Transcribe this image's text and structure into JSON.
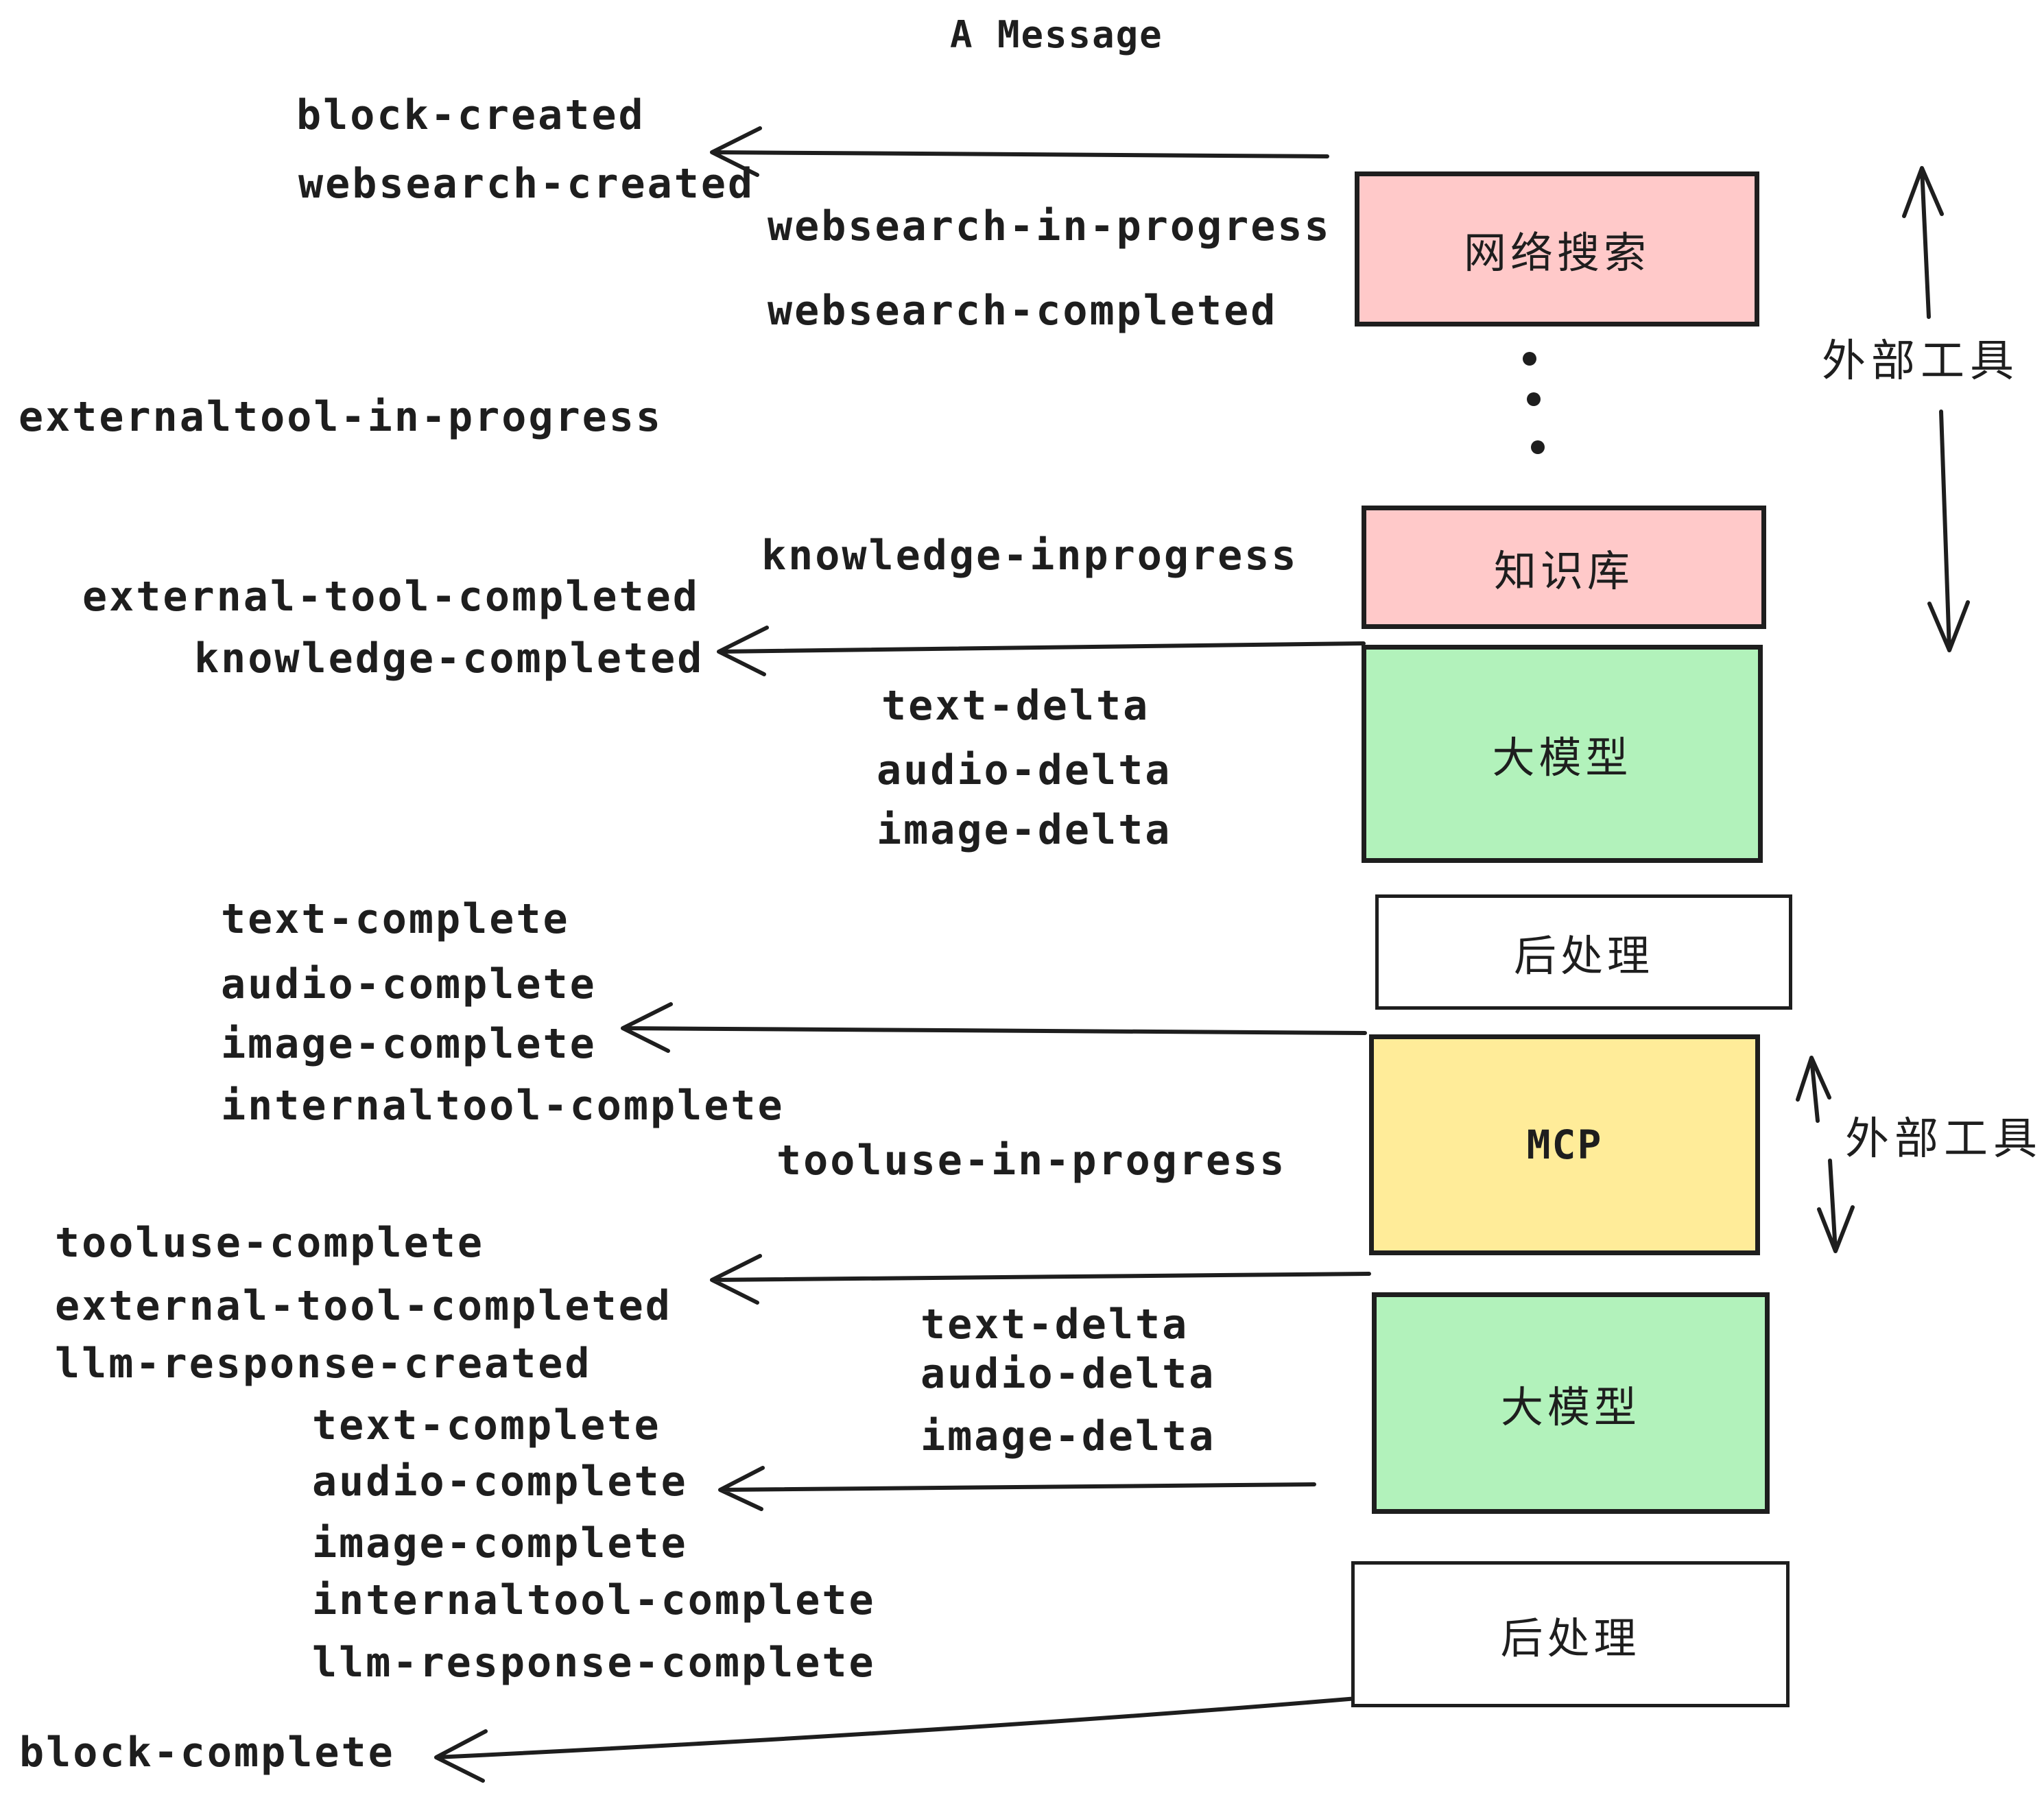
{
  "title": "A Message",
  "colors": {
    "ink": "#1e1e1e",
    "pink": "#ffc9c9",
    "green": "#b2f2bb",
    "yellow": "#ffec99",
    "white": "#ffffff"
  },
  "events": {
    "block_created": "block-created",
    "websearch_created": "websearch-created",
    "websearch_in_progress": "websearch-in-progress",
    "websearch_completed": "websearch-completed",
    "externaltool_in_progress": "externaltool-in-progress",
    "knowledge_inprogress": "knowledge-inprogress",
    "external_tool_completed": "external-tool-completed",
    "knowledge_completed": "knowledge-completed",
    "text_delta": "text-delta",
    "audio_delta": "audio-delta",
    "image_delta": "image-delta",
    "text_complete": "text-complete",
    "audio_complete": "audio-complete",
    "image_complete": "image-complete",
    "internaltool_complete": "internaltool-complete",
    "tooluse_in_progress": "tooluse-in-progress",
    "tooluse_complete": "tooluse-complete",
    "llm_response_created": "llm-response-created",
    "llm_response_complete": "llm-response-complete",
    "block_complete": "block-complete"
  },
  "boxes": {
    "websearch": {
      "label": "网络搜索"
    },
    "knowledge": {
      "label": "知识库"
    },
    "llm": {
      "label": "大模型"
    },
    "post": {
      "label": "后处理"
    },
    "mcp": {
      "label": "MCP"
    }
  },
  "annotations": {
    "external_tools": "外部工具"
  }
}
